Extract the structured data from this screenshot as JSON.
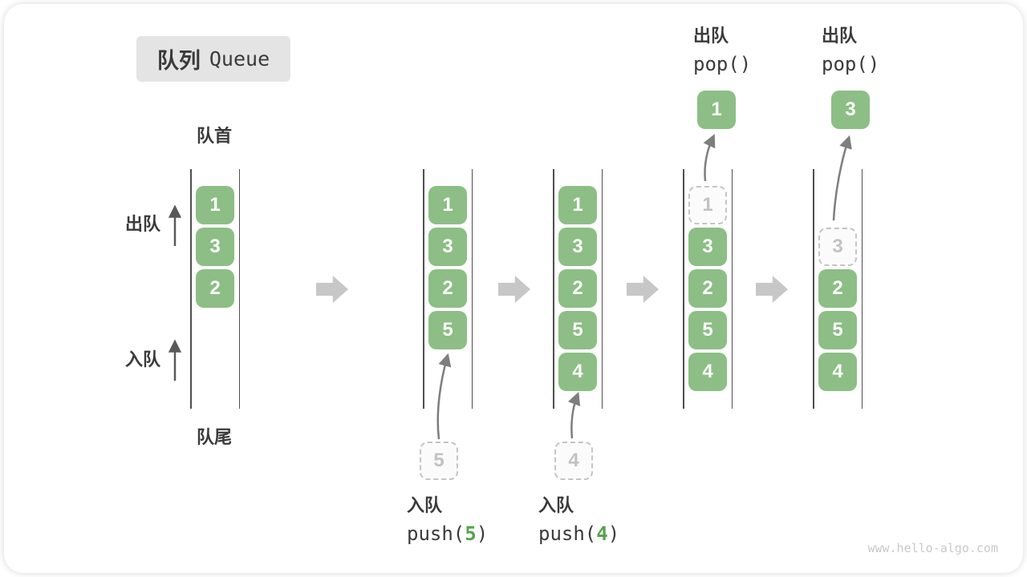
{
  "title": {
    "zh": "队列",
    "en": "Queue"
  },
  "labels": {
    "front": "队首",
    "rear": "队尾",
    "dequeue": "出队",
    "enqueue": "入队"
  },
  "watermark": "www.hello-algo.com",
  "colors": {
    "element_green": "#8CBE85",
    "code_arg_green": "#56A34C",
    "flow_arrow_gray": "#C7C7C7",
    "ghost_gray": "#C4C4C4",
    "channel_line": "#4F4F4F"
  },
  "states": [
    {
      "slots": [
        {
          "row": 0,
          "value": "1",
          "kind": "filled"
        },
        {
          "row": 1,
          "value": "3",
          "kind": "filled"
        },
        {
          "row": 2,
          "value": "2",
          "kind": "filled"
        }
      ]
    },
    {
      "slots": [
        {
          "row": 0,
          "value": "1",
          "kind": "filled"
        },
        {
          "row": 1,
          "value": "3",
          "kind": "filled"
        },
        {
          "row": 2,
          "value": "2",
          "kind": "filled"
        },
        {
          "row": 3,
          "value": "5",
          "kind": "filled"
        }
      ],
      "incoming": "5",
      "op": {
        "label": "入队",
        "code": {
          "pre": "push(",
          "arg": "5",
          "post": ")"
        },
        "position": "bottom"
      }
    },
    {
      "slots": [
        {
          "row": 0,
          "value": "1",
          "kind": "filled"
        },
        {
          "row": 1,
          "value": "3",
          "kind": "filled"
        },
        {
          "row": 2,
          "value": "2",
          "kind": "filled"
        },
        {
          "row": 3,
          "value": "5",
          "kind": "filled"
        },
        {
          "row": 4,
          "value": "4",
          "kind": "filled"
        }
      ],
      "incoming": "4",
      "op": {
        "label": "入队",
        "code": {
          "pre": "push(",
          "arg": "4",
          "post": ")"
        },
        "position": "bottom"
      }
    },
    {
      "slots": [
        {
          "row": 0,
          "value": "1",
          "kind": "ghost"
        },
        {
          "row": 1,
          "value": "3",
          "kind": "filled"
        },
        {
          "row": 2,
          "value": "2",
          "kind": "filled"
        },
        {
          "row": 3,
          "value": "5",
          "kind": "filled"
        },
        {
          "row": 4,
          "value": "4",
          "kind": "filled"
        }
      ],
      "popped": "1",
      "op": {
        "label": "出队",
        "code": {
          "pre": "pop()",
          "arg": "",
          "post": ""
        },
        "position": "top"
      }
    },
    {
      "slots": [
        {
          "row": 1,
          "value": "3",
          "kind": "ghost"
        },
        {
          "row": 2,
          "value": "2",
          "kind": "filled"
        },
        {
          "row": 3,
          "value": "5",
          "kind": "filled"
        },
        {
          "row": 4,
          "value": "4",
          "kind": "filled"
        }
      ],
      "popped": "3",
      "op": {
        "label": "出队",
        "code": {
          "pre": "pop()",
          "arg": "",
          "post": ""
        },
        "position": "top"
      }
    }
  ]
}
